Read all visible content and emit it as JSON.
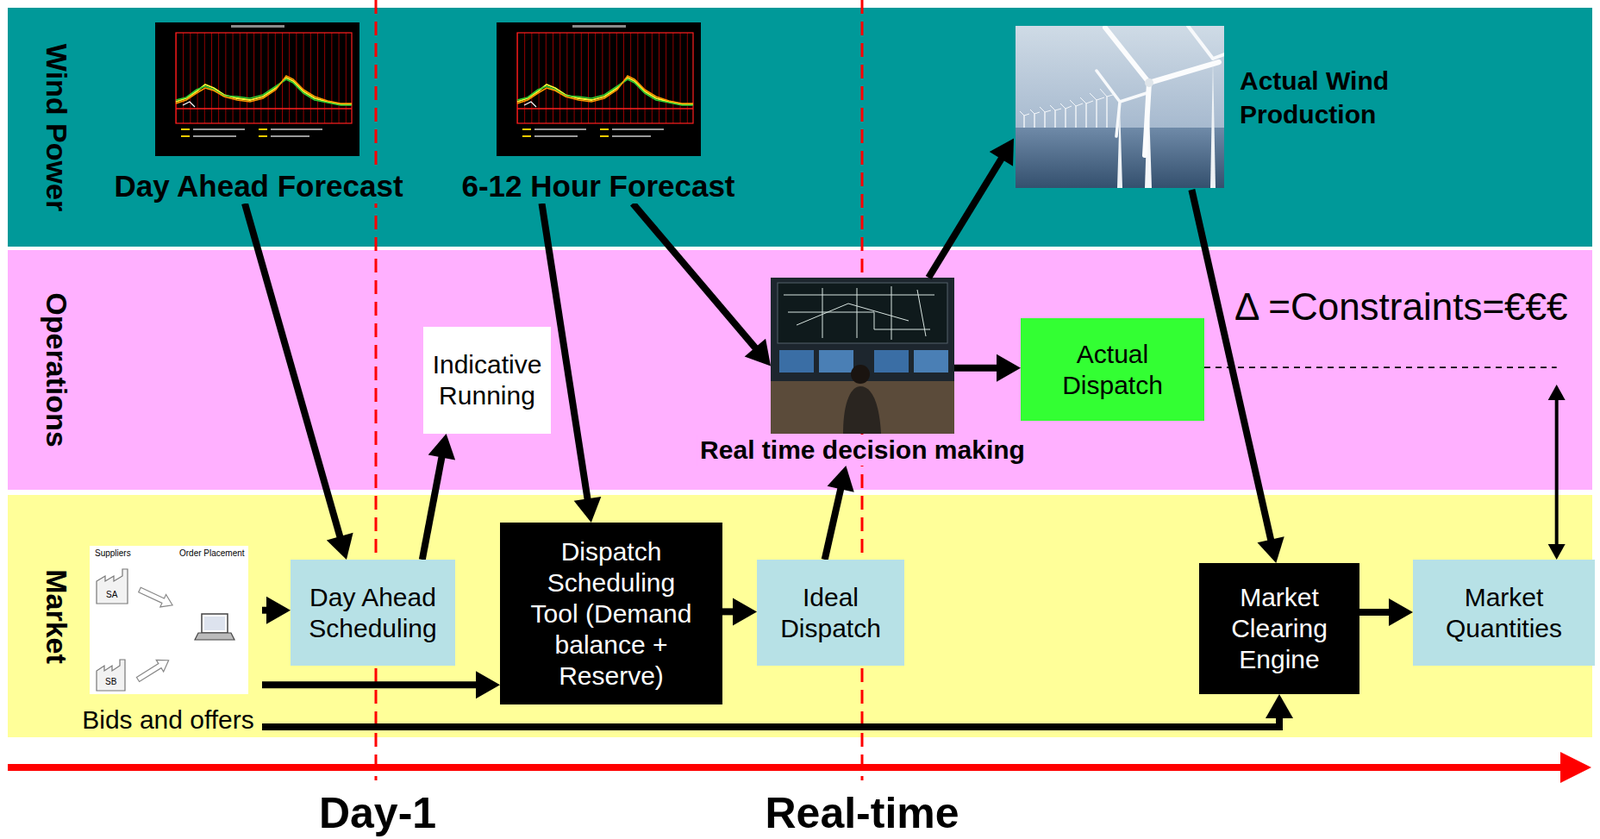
{
  "diagram": {
    "nodes": [
      {
        "text": [
          "Wind Power"
        ]
      },
      {
        "text": [
          "Day Ahead Forecast"
        ],
        "in": 0
      },
      {
        "text": [
          "6-12 Hour Forecast"
        ],
        "in": 0
      },
      {
        "text": [
          "Actual Wind Production"
        ],
        "in": 0
      },
      {
        "text": [
          "Operations"
        ]
      },
      {
        "text": [
          "Indicative Running"
        ],
        "in": 4
      },
      {
        "text": [
          "Real time decision making"
        ],
        "in": 4
      },
      {
        "text": [
          "Actual Dispatch"
        ],
        "in": 4
      },
      {
        "text": [
          "Market"
        ]
      },
      {
        "text": [
          "Bids and offers"
        ],
        "in": 8
      },
      {
        "text": [
          "Day Ahead Scheduling"
        ],
        "in": 8
      },
      {
        "text": [
          "Dispatch Scheduling Tool (Demand balance + Reserve)"
        ],
        "in": 8
      },
      {
        "text": [
          "Ideal Dispatch"
        ],
        "in": 8
      },
      {
        "text": [
          "Market Clearing Engine"
        ],
        "in": 8
      },
      {
        "text": [
          "Market Quantities"
        ],
        "in": 8
      }
    ],
    "edges": [
      {
        "from": 1,
        "to": 10,
        "arrow": "to"
      },
      {
        "from": 10,
        "to": 5,
        "arrow": "to"
      },
      {
        "from": 2,
        "to": 11,
        "arrow": "to"
      },
      {
        "from": 2,
        "to": 6,
        "arrow": "to"
      },
      {
        "from": 6,
        "to": 3,
        "arrow": "to"
      },
      {
        "from": 6,
        "to": 7,
        "arrow": "to"
      },
      {
        "from": 3,
        "to": 13,
        "arrow": "to"
      },
      {
        "from": 9,
        "to": 10,
        "arrow": "to"
      },
      {
        "from": 9,
        "to": 11,
        "arrow": "to"
      },
      {
        "from": 9,
        "to": 13,
        "arrow": "to"
      },
      {
        "from": 11,
        "to": 12,
        "arrow": "to"
      },
      {
        "from": 12,
        "to": 6,
        "arrow": "to"
      },
      {
        "from": 13,
        "to": 14,
        "arrow": "to"
      },
      {
        "from": 7,
        "to": 14,
        "arrow": "both"
      }
    ],
    "labels": [
      "Suppliers",
      "Order Placement",
      "SA",
      "SB",
      "Δ =Constraints=€€€",
      "Day-1",
      "Real-time"
    ]
  }
}
